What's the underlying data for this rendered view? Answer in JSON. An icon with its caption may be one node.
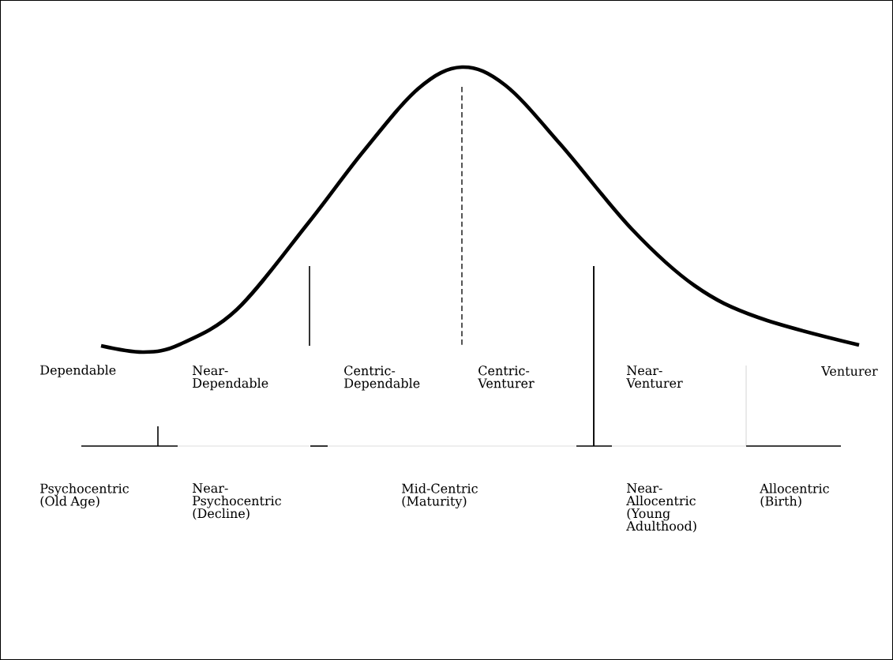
{
  "diagram": {
    "labels": [
      "Dependable",
      "Near- Dependable",
      "Centric- Dependable",
      "Centric- Venturer",
      "Near- Venturer",
      "Venturer",
      "Psychocentric (Old Age)",
      "Near- Psychocentric (Decline)",
      "Mid-Centric (Maturity)",
      "Near- Allocentric (Young Adulthood)",
      "Allocentric (Birth)"
    ]
  }
}
